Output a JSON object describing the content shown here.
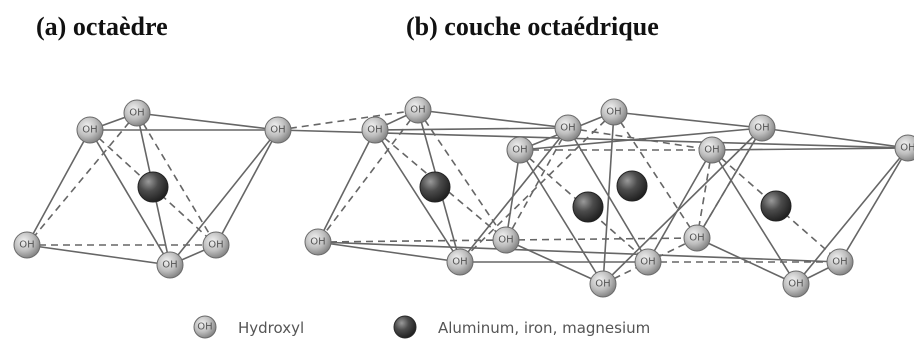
{
  "titles": {
    "a": "(a) octaèdre",
    "b": "(b) couche octaédrique"
  },
  "atom_label": "OH",
  "legend": {
    "hydroxyl": "Hydroxyl",
    "metal": "Aluminum, iron, magnesium"
  },
  "colors": {
    "hydroxyl_fill": "#bcbcbc",
    "metal_fill": "#4a4a4a",
    "bond": "#666666"
  }
}
